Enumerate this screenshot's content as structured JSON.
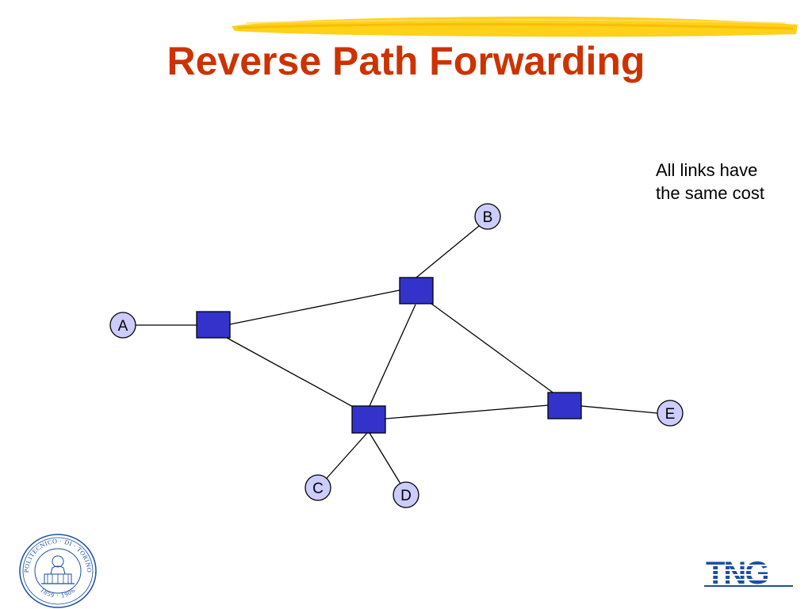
{
  "slide": {
    "title": "Reverse Path Forwarding",
    "note_lines": [
      "All links have",
      "the same cost"
    ]
  },
  "diagram": {
    "hosts": [
      {
        "id": "A",
        "label": "A"
      },
      {
        "id": "B",
        "label": "B"
      },
      {
        "id": "C",
        "label": "C"
      },
      {
        "id": "D",
        "label": "D"
      },
      {
        "id": "E",
        "label": "E"
      }
    ],
    "routers": [
      "R1",
      "R2",
      "R3",
      "R4"
    ],
    "links": [
      [
        "A",
        "R1"
      ],
      [
        "R1",
        "R2"
      ],
      [
        "R1",
        "R3"
      ],
      [
        "R2",
        "B"
      ],
      [
        "R2",
        "R3"
      ],
      [
        "R2",
        "R4"
      ],
      [
        "R3",
        "R4"
      ],
      [
        "R4",
        "E"
      ],
      [
        "R3",
        "C"
      ],
      [
        "R3",
        "D"
      ]
    ]
  },
  "logos": {
    "left_seal_text_top": "POLITECNICO · DI · TORINO",
    "left_seal_text_bottom": "1859 · 1906",
    "right_logo_text": "TNG"
  },
  "colors": {
    "title": "#cc3300",
    "router_fill": "#3333cc",
    "host_fill": "#ccccff",
    "highlight": "#ffcc00",
    "logo_blue": "#1a4fa0"
  }
}
